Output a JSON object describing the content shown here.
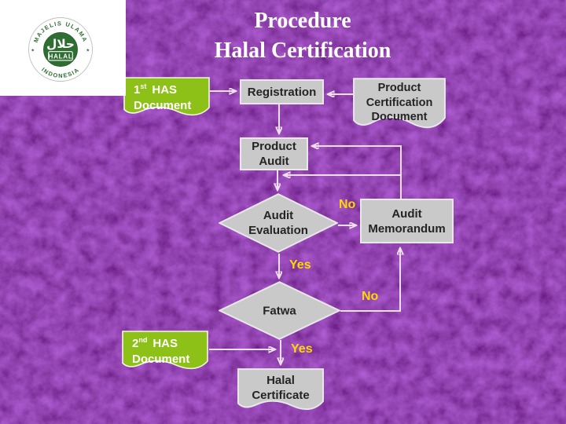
{
  "slide_title": {
    "line1": "Procedure",
    "line2": "Halal Certification"
  },
  "logo": {
    "arc_top": "MAJELIS ULAMA",
    "arc_bottom": "INDONESIA",
    "arabic": "حلال",
    "halal_text": "HALAL",
    "star_left": "★",
    "star_right": "★"
  },
  "nodes": {
    "has1": {
      "num": "1",
      "ord": "st",
      "rest": "HAS",
      "line2": "Document"
    },
    "registration": {
      "label": "Registration"
    },
    "product_cert": {
      "label": "Product\nCertification\nDocument"
    },
    "product_audit": {
      "label": "Product\nAudit"
    },
    "audit_evaluation": {
      "label": "Audit\nEvaluation"
    },
    "audit_memorandum": {
      "label": "Audit\nMemorandum"
    },
    "fatwa": {
      "label": "Fatwa"
    },
    "has2": {
      "num": "2",
      "ord": "nd",
      "rest": "HAS",
      "line2": "Document"
    },
    "halal_certificate": {
      "label": "Halal\nCertificate"
    }
  },
  "decision_labels": {
    "no1": "No",
    "yes1": "Yes",
    "no2": "No",
    "yes2": "Yes"
  },
  "edges": [
    {
      "from": "1st HAS Document",
      "to": "Registration",
      "label": ""
    },
    {
      "from": "Product Certification Document",
      "to": "Registration",
      "label": ""
    },
    {
      "from": "Registration",
      "to": "Product Audit",
      "label": ""
    },
    {
      "from": "Product Audit",
      "to": "Audit Evaluation",
      "label": ""
    },
    {
      "from": "Audit Evaluation",
      "to": "Audit Memorandum",
      "label": "No"
    },
    {
      "from": "Audit Evaluation",
      "to": "Fatwa",
      "label": "Yes"
    },
    {
      "from": "Audit Memorandum",
      "to": "Product Audit",
      "label": ""
    },
    {
      "from": "Audit Memorandum",
      "to": "Audit Evaluation",
      "label": ""
    },
    {
      "from": "Fatwa",
      "to": "Audit Memorandum",
      "label": "No"
    },
    {
      "from": "Fatwa",
      "to": "Halal Certificate",
      "label": "Yes"
    },
    {
      "from": "2nd HAS Document",
      "to": "Halal Certificate",
      "label": ""
    }
  ],
  "colors": {
    "background_purple": "#4a1076",
    "lime_green": "#8dc117",
    "box_gray": "#c9c9c9",
    "box_border": "#e8e8e8",
    "arrow": "#eedfee",
    "label_yellow": "#ffd700",
    "seal_green": "#2f6e33",
    "title_white": "#ffffff"
  }
}
